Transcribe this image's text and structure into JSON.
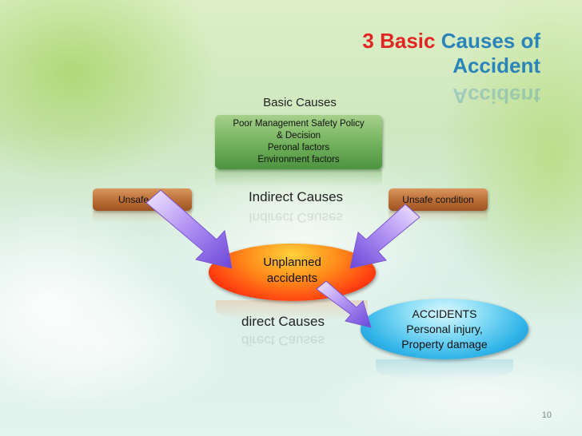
{
  "title": {
    "accent": "3 Basic",
    "main": "Causes of",
    "line2": "Accident"
  },
  "basic": {
    "heading": "Basic Causes",
    "items": [
      "Poor Management Safety Policy",
      "& Decision",
      "Peronal factors",
      "Environment factors"
    ]
  },
  "indirect_label": "Indirect Causes",
  "unsafe_act": "Unsafe act",
  "unsafe_condition": "Unsafe condition",
  "unplanned": {
    "line1": "Unplanned",
    "line2": "accidents"
  },
  "direct_label": "direct Causes",
  "accidents": {
    "line1": "ACCIDENTS",
    "line2": "Personal injury,",
    "line3": "Property damage"
  },
  "page_number": "10",
  "colors": {
    "title_accent": "#e32424",
    "title_main": "#2a84b9"
  }
}
